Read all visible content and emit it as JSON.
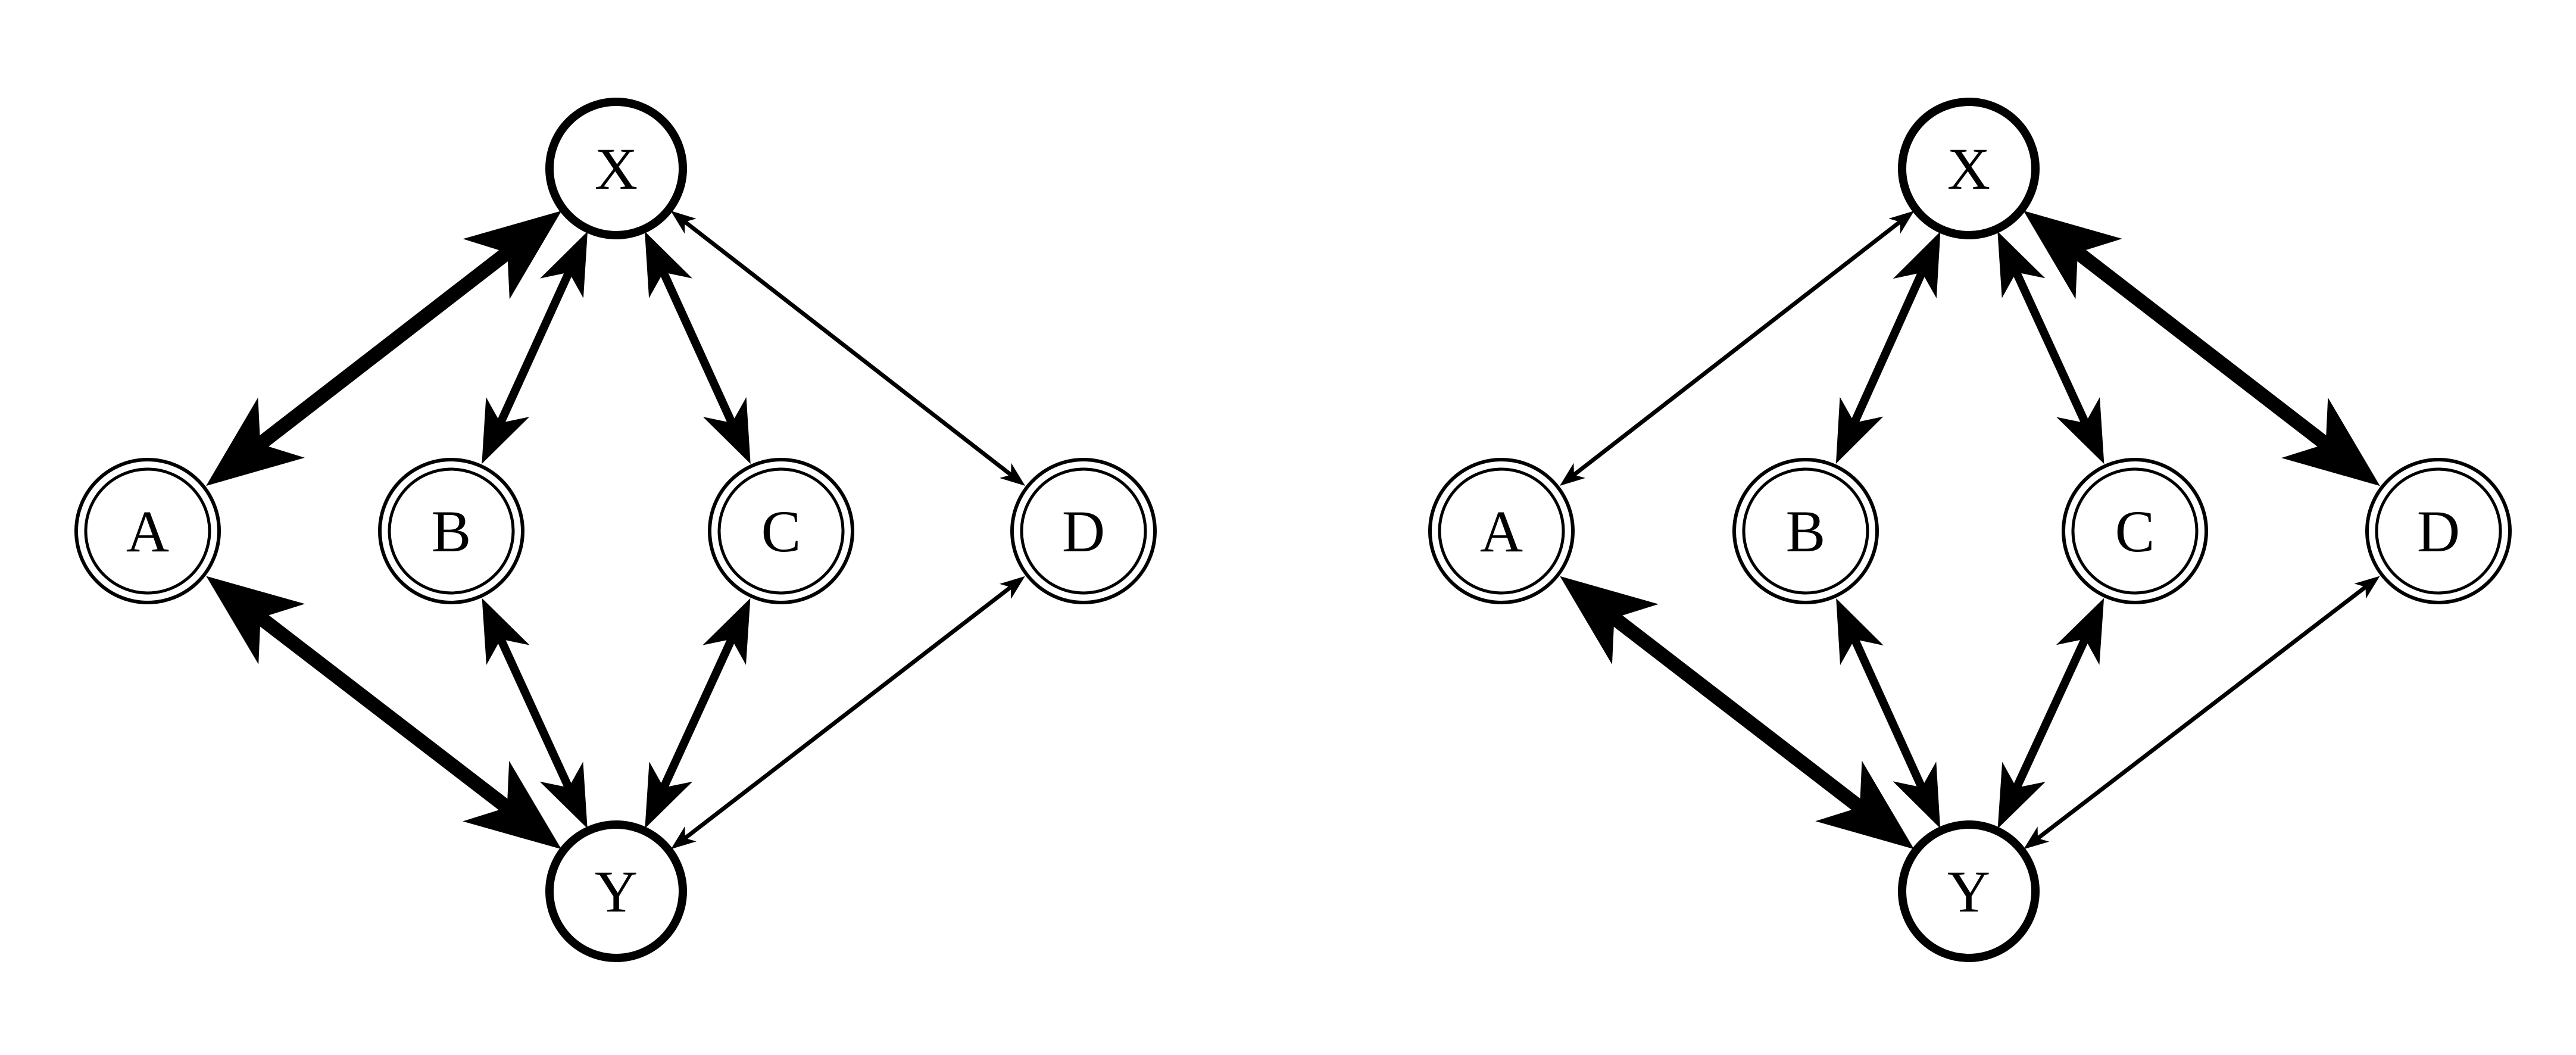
{
  "diagrams": [
    {
      "nodes": [
        {
          "id": "X",
          "label": "X",
          "style": "bold"
        },
        {
          "id": "A",
          "label": "A",
          "style": "double"
        },
        {
          "id": "B",
          "label": "B",
          "style": "double"
        },
        {
          "id": "C",
          "label": "C",
          "style": "double"
        },
        {
          "id": "D",
          "label": "D",
          "style": "double"
        },
        {
          "id": "Y",
          "label": "Y",
          "style": "bold"
        }
      ],
      "edges": [
        {
          "from": "A",
          "to": "X",
          "weight": "heavy",
          "bidirectional": true
        },
        {
          "from": "B",
          "to": "X",
          "weight": "medium",
          "bidirectional": true
        },
        {
          "from": "C",
          "to": "X",
          "weight": "medium",
          "bidirectional": true
        },
        {
          "from": "D",
          "to": "X",
          "weight": "light",
          "bidirectional": true
        },
        {
          "from": "A",
          "to": "Y",
          "weight": "heavy",
          "bidirectional": true
        },
        {
          "from": "B",
          "to": "Y",
          "weight": "medium",
          "bidirectional": true
        },
        {
          "from": "C",
          "to": "Y",
          "weight": "medium",
          "bidirectional": true
        },
        {
          "from": "D",
          "to": "Y",
          "weight": "light",
          "bidirectional": true
        }
      ]
    },
    {
      "nodes": [
        {
          "id": "X",
          "label": "X",
          "style": "bold"
        },
        {
          "id": "A",
          "label": "A",
          "style": "double"
        },
        {
          "id": "B",
          "label": "B",
          "style": "double"
        },
        {
          "id": "C",
          "label": "C",
          "style": "double"
        },
        {
          "id": "D",
          "label": "D",
          "style": "double"
        },
        {
          "id": "Y",
          "label": "Y",
          "style": "bold"
        }
      ],
      "edges": [
        {
          "from": "A",
          "to": "X",
          "weight": "light",
          "bidirectional": true
        },
        {
          "from": "B",
          "to": "X",
          "weight": "medium",
          "bidirectional": true
        },
        {
          "from": "C",
          "to": "X",
          "weight": "medium",
          "bidirectional": true
        },
        {
          "from": "D",
          "to": "X",
          "weight": "heavy",
          "bidirectional": true
        },
        {
          "from": "A",
          "to": "Y",
          "weight": "heavy",
          "bidirectional": true
        },
        {
          "from": "B",
          "to": "Y",
          "weight": "medium",
          "bidirectional": true
        },
        {
          "from": "C",
          "to": "Y",
          "weight": "medium",
          "bidirectional": true
        },
        {
          "from": "D",
          "to": "Y",
          "weight": "light",
          "bidirectional": true
        }
      ]
    }
  ],
  "colors": {
    "ink": "#000000",
    "background": "#ffffff"
  }
}
